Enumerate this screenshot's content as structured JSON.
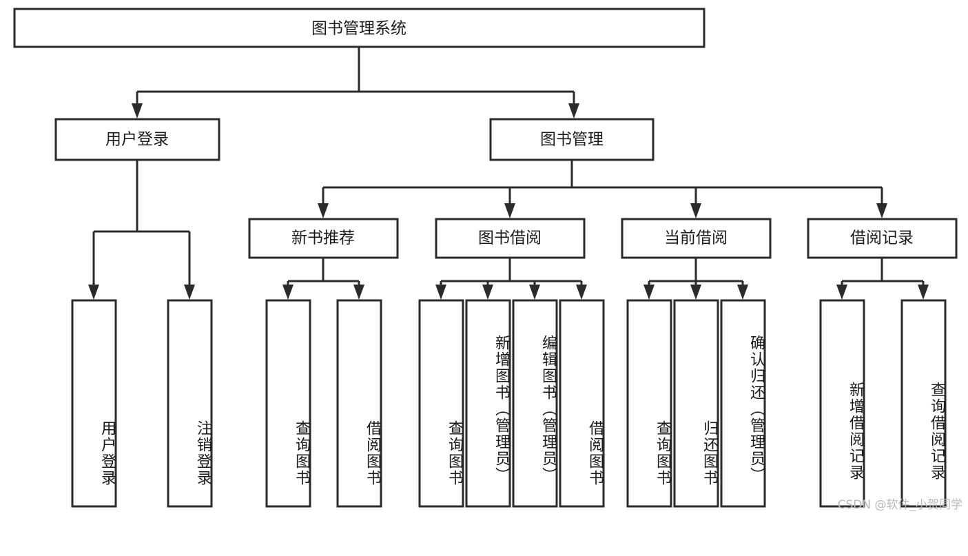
{
  "diagram": {
    "type": "tree-hierarchy",
    "orientation": "top-down",
    "root": {
      "id": "root",
      "label": "图书管理系统"
    },
    "level2": [
      {
        "id": "user-login",
        "label": "用户登录"
      },
      {
        "id": "book-manage",
        "label": "图书管理"
      }
    ],
    "level3": [
      {
        "id": "new-book-rec",
        "label": "新书推荐",
        "parent": "book-manage"
      },
      {
        "id": "book-borrow",
        "label": "图书借阅",
        "parent": "book-manage"
      },
      {
        "id": "current-borrow",
        "label": "当前借阅",
        "parent": "book-manage"
      },
      {
        "id": "borrow-record",
        "label": "借阅记录",
        "parent": "book-manage"
      }
    ],
    "leaves": [
      {
        "id": "leaf-user-login",
        "label": "用户登录",
        "parent": "user-login"
      },
      {
        "id": "leaf-logout-login",
        "label": "注销登录",
        "parent": "user-login"
      },
      {
        "id": "leaf-query-book-1",
        "label": "查询图书",
        "parent": "new-book-rec"
      },
      {
        "id": "leaf-borrow-book-1",
        "label": "借阅图书",
        "parent": "new-book-rec"
      },
      {
        "id": "leaf-query-book-2",
        "label": "查询图书",
        "parent": "book-borrow"
      },
      {
        "id": "leaf-add-book",
        "label": "新增图书（管理员）",
        "parent": "book-borrow"
      },
      {
        "id": "leaf-edit-book",
        "label": "编辑图书（管理员）",
        "parent": "book-borrow"
      },
      {
        "id": "leaf-borrow-book-2",
        "label": "借阅图书",
        "parent": "book-borrow"
      },
      {
        "id": "leaf-query-book-3",
        "label": "查询图书",
        "parent": "current-borrow"
      },
      {
        "id": "leaf-return-book",
        "label": "归还图书",
        "parent": "current-borrow"
      },
      {
        "id": "leaf-confirm-return",
        "label": "确认归还（管理员）",
        "parent": "current-borrow"
      },
      {
        "id": "leaf-add-record",
        "label": "新增借阅记录",
        "parent": "borrow-record"
      },
      {
        "id": "leaf-query-record",
        "label": "查询借阅记录",
        "parent": "borrow-record"
      }
    ],
    "watermark": "CSDN @软件_小贺同学",
    "colors": {
      "stroke": "#2b2b2b",
      "fill": "#ffffff",
      "text": "#1a1a1a",
      "watermark": "#b9b9b9"
    }
  }
}
